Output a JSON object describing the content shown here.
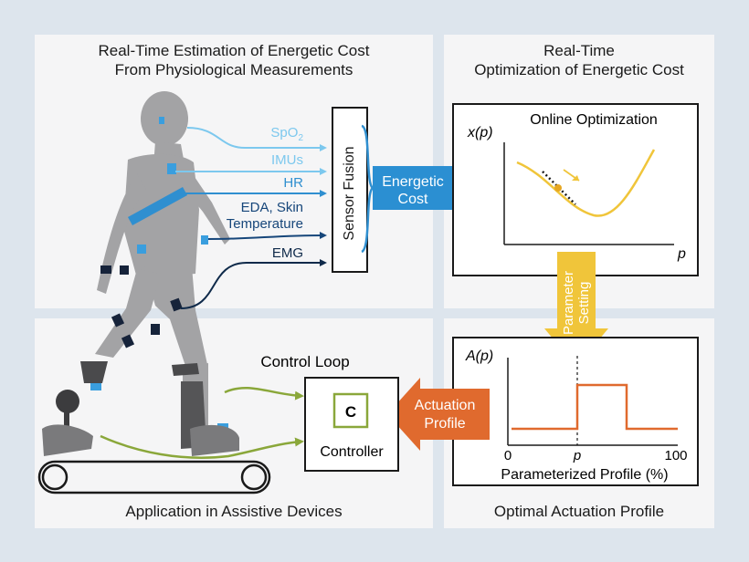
{
  "panels": {
    "top_left_title_line1": "Real-Time Estimation of Energetic Cost",
    "top_left_title_line2": "From Physiological Measurements",
    "top_right_title_line1": "Real-Time",
    "top_right_title_line2": "Optimization of Energetic Cost",
    "bottom_left_title": "Application in Assistive Devices",
    "bottom_right_title": "Optimal Actuation Profile"
  },
  "signals": {
    "spo2": "SpO",
    "spo2_sub": "2",
    "imus": "IMUs",
    "hr": "HR",
    "eda_line1": "EDA, Skin",
    "eda_line2": "Temperature",
    "emg": "EMG"
  },
  "sensor_fusion": "Sensor Fusion",
  "energetic_cost": {
    "line1": "Energetic",
    "line2": "Cost"
  },
  "optimization": {
    "title": "Online Optimization",
    "ylabel": "x(p)",
    "xlabel": "p"
  },
  "parameter_setting": {
    "line1": "Parameter",
    "line2": "Setting"
  },
  "actuation_plot": {
    "ylabel": "A(p)",
    "xlabel": "Parameterized Profile (%)",
    "tick_0": "0",
    "tick_p": "p",
    "tick_100": "100"
  },
  "actuation_profile": {
    "line1": "Actuation",
    "line2": "Profile"
  },
  "control_loop": "Control Loop",
  "controller": {
    "symbol": "C",
    "label": "Controller"
  },
  "colors": {
    "light_blue": "#7cc8ee",
    "mid_blue": "#2f8fd0",
    "dark_blue": "#16467a",
    "navy": "#0f2a4a",
    "yellow": "#f0c53a",
    "orange": "#e06a2e",
    "green": "#8aa73a",
    "sensor_blue": "#3a9ede",
    "figure_gray": "#a3a3a5"
  }
}
